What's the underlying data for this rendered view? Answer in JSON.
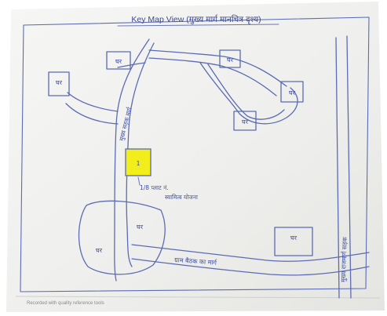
{
  "map": {
    "title": "Key Map View (मुख्य मार्ग मानचित्र दृश्य)",
    "house_label": "घर",
    "highlight_label": "1",
    "highlight_color": "#f2ee1c",
    "ink_color": "#5b6bb4",
    "paper_color": "#f1f1ef",
    "annotations": {
      "main_road_left": "मुख्य सड़क मार्ग",
      "right_road": "मुख्य राजमार्ग सड़क",
      "bottom_road": "ग्राम बैठक का मार्ग",
      "plot_note_line1": "1/8 प्लाट नं.",
      "plot_note_line2": "स्वामित्व योजना"
    },
    "footer_note": "Recorded with quality reference tools"
  }
}
